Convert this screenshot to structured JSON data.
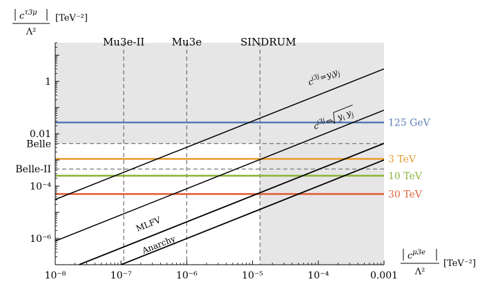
{
  "chart_data": {
    "type": "line",
    "title": "",
    "x_scale": "log",
    "y_scale": "log",
    "xlim": [
      1e-08,
      0.001
    ],
    "ylim": [
      1e-07,
      30
    ],
    "x_axis": {
      "label_num": "|c^{μ3e}|",
      "label_den": "Λ²",
      "units": "[TeV⁻²]",
      "ticks": [
        {
          "value": 1e-08,
          "label": "10⁻⁸"
        },
        {
          "value": 1e-07,
          "label": "10⁻⁷"
        },
        {
          "value": 1e-06,
          "label": "10⁻⁶"
        },
        {
          "value": 1e-05,
          "label": "10⁻⁵"
        },
        {
          "value": 0.0001,
          "label": "10⁻⁴"
        },
        {
          "value": 0.001,
          "label": "0.001"
        }
      ]
    },
    "y_axis": {
      "label_num": "|c^{τ3μ}|",
      "label_den": "Λ²",
      "units": "[TeV⁻²]",
      "ticks": [
        {
          "value": 1,
          "label": "1"
        },
        {
          "value": 0.01,
          "label": "0.01"
        },
        {
          "value": 0.0001,
          "label": "10⁻⁴"
        },
        {
          "value": 1e-06,
          "label": "10⁻⁶"
        }
      ]
    },
    "vertical_limits": [
      {
        "name": "Mu3e-II",
        "x": 1.1e-07,
        "shaded_right": false
      },
      {
        "name": "Mu3e",
        "x": 1e-06,
        "shaded_right": false
      },
      {
        "name": "SINDRUM",
        "x": 1.3e-05,
        "shaded_right": true
      }
    ],
    "horizontal_limits": [
      {
        "name": "Belle",
        "y": 0.0042,
        "shaded_above": true
      },
      {
        "name": "Belle-II",
        "y": 0.00045,
        "shaded_above": false
      }
    ],
    "mass_scale_lines": [
      {
        "name": "125 GeV",
        "y": 0.027,
        "color": "#5b7db8"
      },
      {
        "name": "3 TeV",
        "y": 0.0011,
        "color": "#e69b2e"
      },
      {
        "name": "10 TeV",
        "y": 0.00025,
        "color": "#8cb43c"
      },
      {
        "name": "30 TeV",
        "y": 5e-05,
        "color": "#e0613a"
      }
    ],
    "diagonal_lines": [
      {
        "name": "c^{i3j}=y_i y_j",
        "points": [
          [
            1e-08,
            3.1e-05
          ],
          [
            0.001,
            3.0
          ]
        ]
      },
      {
        "name": "c^{i3j}=√(y_i y_j)",
        "points": [
          [
            1e-08,
            8e-07
          ],
          [
            0.001,
            0.08
          ]
        ]
      },
      {
        "name": "MLFV",
        "points": [
          [
            2.3e-08,
            1e-07
          ],
          [
            0.001,
            0.0043
          ]
        ]
      },
      {
        "name": "Anarchy",
        "points": [
          [
            1e-07,
            1e-07
          ],
          [
            0.001,
            0.001
          ]
        ]
      }
    ],
    "shading_color": "#e6e6e6",
    "grid": false,
    "legend": "none"
  }
}
